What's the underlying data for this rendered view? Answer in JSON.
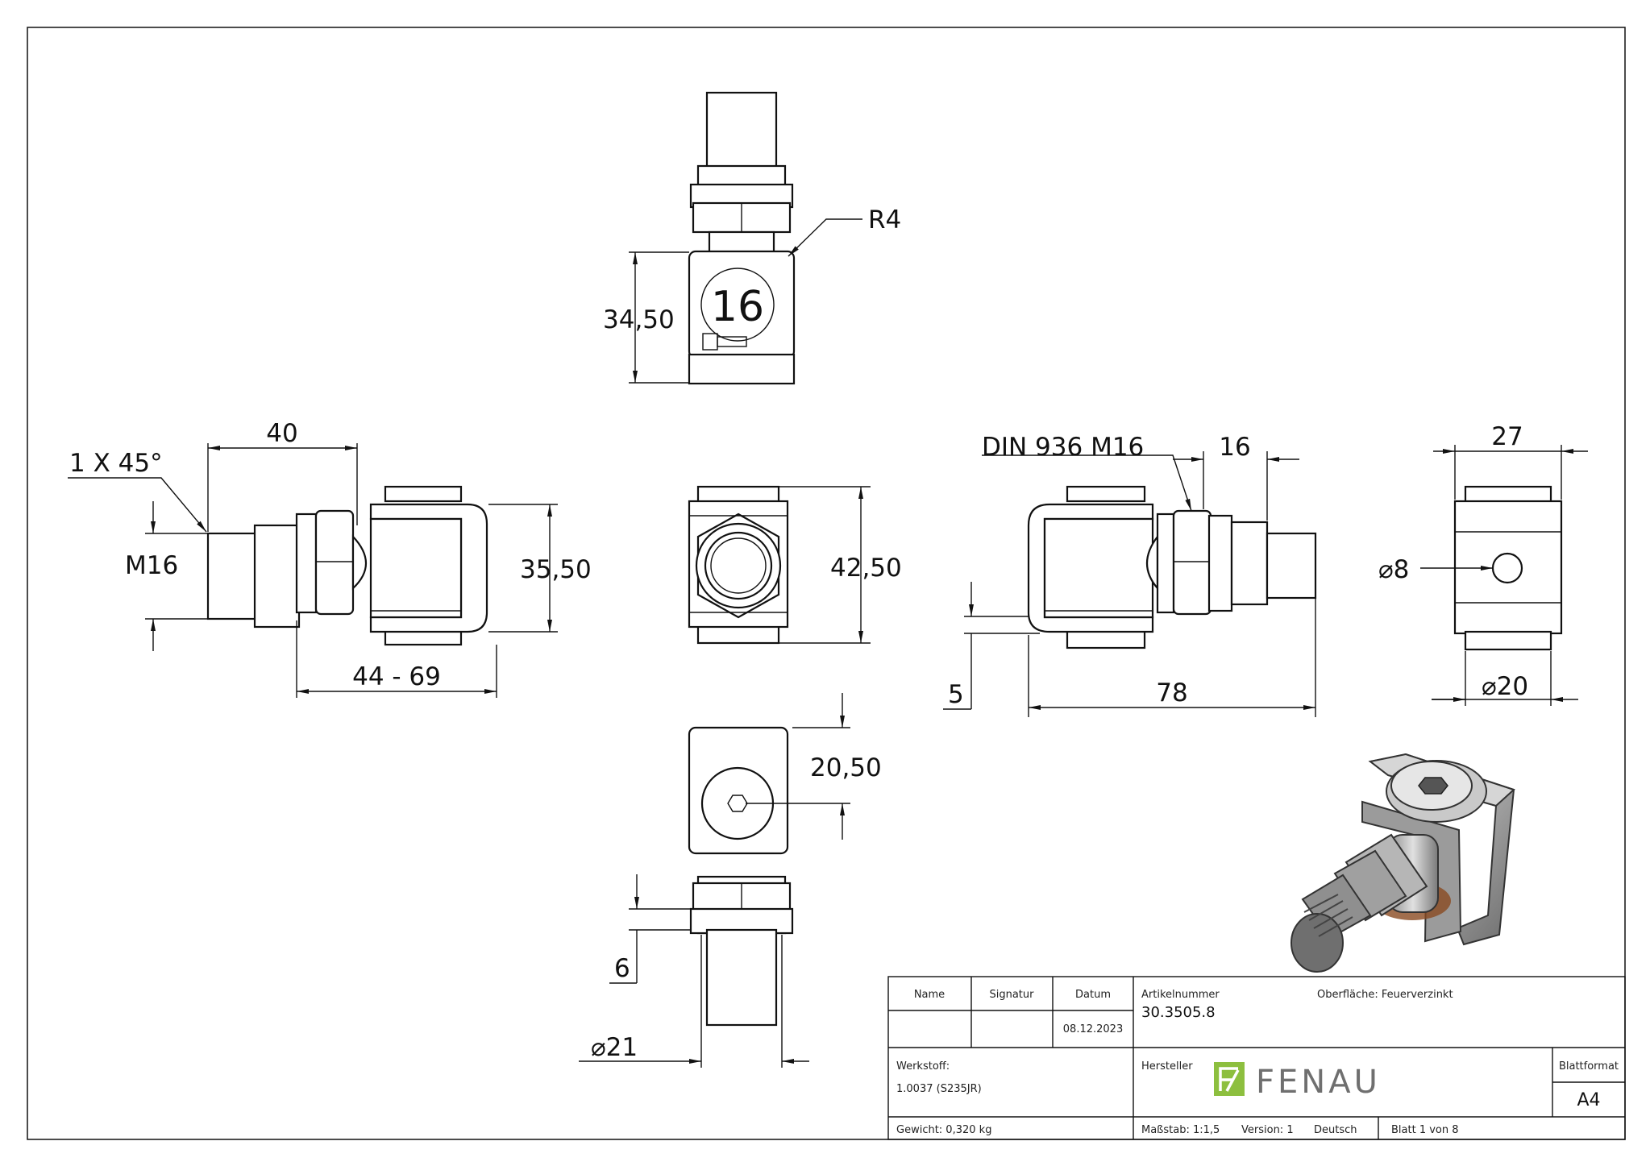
{
  "dimensions": {
    "r4": "R4",
    "h34_50": "34,50",
    "len40": "40",
    "chamfer": "1 X 45°",
    "m16": "M16",
    "h35_50": "35,50",
    "len44_69": "44 - 69",
    "h42_50": "42,50",
    "din": "DIN 936 M16",
    "w16": "16",
    "w27": "27",
    "d8": "⌀8",
    "d20": "⌀20",
    "v5": "5",
    "len78": "78",
    "h20_50": "20,50",
    "v6": "6",
    "d21": "⌀21",
    "engraving": "16"
  },
  "title_block": {
    "name_label": "Name",
    "signatur_label": "Signatur",
    "datum_label": "Datum",
    "datum_value": "08.12.2023",
    "artikel_label": "Artikelnummer",
    "artikel_value": "30.3505.8",
    "oberflaeche": "Oberfläche: Feuerverzinkt",
    "werkstoff_label": "Werkstoff:",
    "werkstoff_value": "1.0037 (S235JR)",
    "hersteller_label": "Hersteller",
    "logo_text": "FENAU",
    "blattformat_label": "Blattformat",
    "blattformat_value": "A4",
    "gewicht": "Gewicht: 0,320 kg",
    "massstab": "Maßstab: 1:1,5",
    "version": "Version: 1",
    "sprache": "Deutsch",
    "blatt": "Blatt 1 von 8"
  }
}
